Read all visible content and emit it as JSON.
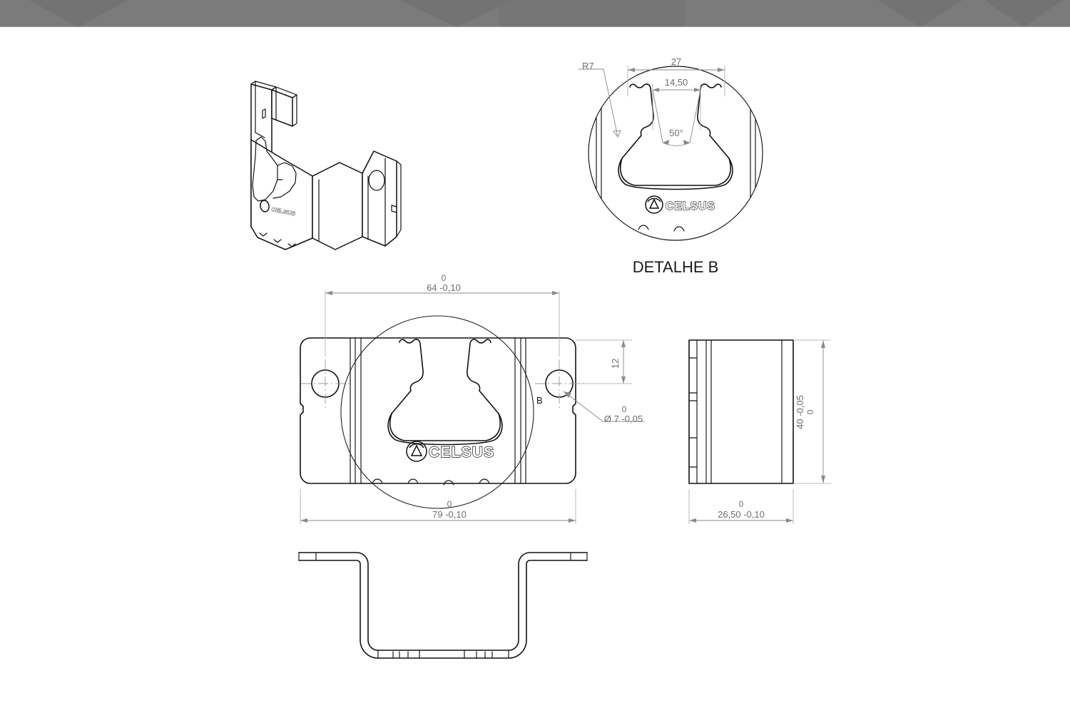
{
  "sheet": {
    "background_color": "#ffffff",
    "banner_color": "#7b7b7b",
    "line_color": "#111111",
    "dimension_color": "#8a8a8a"
  },
  "brand": {
    "name": "CELSUS",
    "mark": "triangle-swirl-logo"
  },
  "views": {
    "isometric": {
      "name": "isometric-view",
      "label": ""
    },
    "detail_b": {
      "name": "detail-view-b",
      "label": "DETALHE B"
    },
    "front": {
      "name": "front-view",
      "detail_marker": "B"
    },
    "side": {
      "name": "side-view"
    },
    "section": {
      "name": "section-profile-view"
    }
  },
  "dimensions": {
    "detail": {
      "radius": "R7",
      "width_outer": "27",
      "width_inner": "14,50",
      "angle": "50°"
    },
    "front": {
      "hole_spacing_upper": "0",
      "hole_spacing_value": "64 -0,10",
      "overall_width_upper": "0",
      "overall_width_value": "79 -0,10",
      "hole_edge_distance": "12",
      "hole_diameter_upper": "0",
      "hole_diameter_value": "Ø 7 -0,05"
    },
    "side": {
      "height_upper": "0",
      "height_value": "40 -0,05",
      "depth_upper": "0",
      "depth_value": "26,50 -0,10"
    }
  }
}
